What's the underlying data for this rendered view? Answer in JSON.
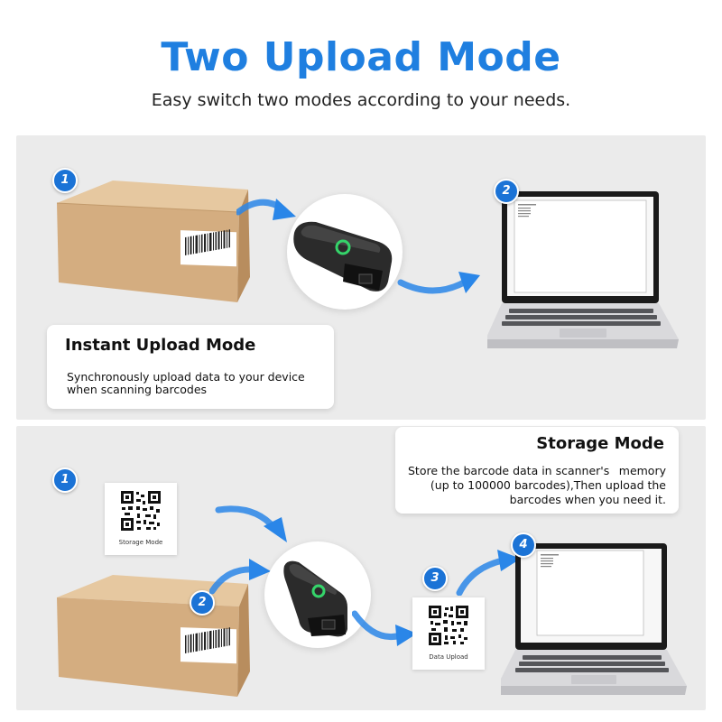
{
  "header": {
    "title": "Two Upload Mode",
    "subtitle": "Easy switch two modes according to your needs."
  },
  "instant": {
    "title": "Instant Upload Mode",
    "desc_line1": "Synchronously upload data to your device",
    "desc_line2": "when scanning barcodes",
    "step1": "1",
    "step2": "2"
  },
  "storage": {
    "title": "Storage Mode",
    "desc_line1": "Store the barcode data in scanner's",
    "desc_line1b": "memory",
    "desc_line2": "(up to 100000 barcodes),Then upload the",
    "desc_line3": "barcodes when you need it.",
    "step1": "1",
    "step2": "2",
    "step3": "3",
    "step4": "4",
    "qr1_caption": "Storage Mode",
    "qr2_caption": "Data Upload"
  },
  "colors": {
    "accent": "#1f7fe0",
    "badge": "#1b73d6",
    "arrow": "#2a86e8",
    "panel": "#ebebeb",
    "box": "#d8b48a",
    "scanner_led": "#35d46a"
  },
  "icons": {
    "box": "cardboard-box-icon",
    "scanner": "barcode-scanner-icon",
    "laptop": "laptop-icon",
    "qr": "qr-code-icon",
    "arrow": "curved-arrow-icon"
  }
}
